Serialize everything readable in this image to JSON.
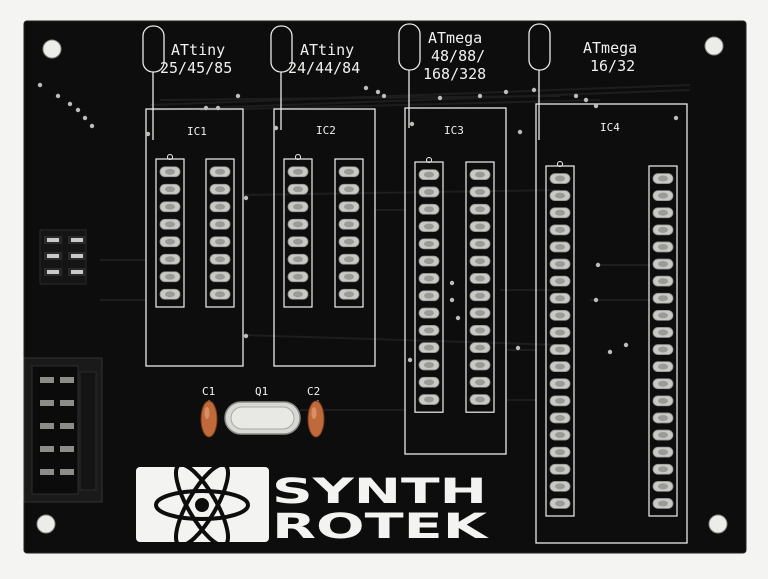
{
  "board": {
    "background_color": "#f4f4f2",
    "pcb_color": "#0d0d0d",
    "silk_color": "#f1f1ef",
    "pad_color": "#c9c9c6",
    "copper_color": "#b9a98a"
  },
  "labels": {
    "attiny_a_line1": "ATtiny",
    "attiny_a_line2": "25/45/85",
    "attiny_b_line1": "ATtiny",
    "attiny_b_line2": "24/44/84",
    "atmega_a_line1": "ATmega",
    "atmega_a_line2": "48/88/",
    "atmega_a_line3": "168/328",
    "atmega_b_line1": "ATmega",
    "atmega_b_line2": "16/32"
  },
  "designators": {
    "ic1": "IC1",
    "ic2": "IC2",
    "ic3": "IC3",
    "ic4": "IC4",
    "c1": "C1",
    "c2": "C2",
    "q1": "Q1"
  },
  "logo": {
    "line1": "SYNTH",
    "line2": "ROTEK",
    "atom_icon": "atom-icon"
  },
  "sockets": {
    "ic1_pins_per_side": 8,
    "ic2_pins_per_side": 8,
    "ic3_pins_per_side": 14,
    "ic4_pins_per_side": 20
  }
}
